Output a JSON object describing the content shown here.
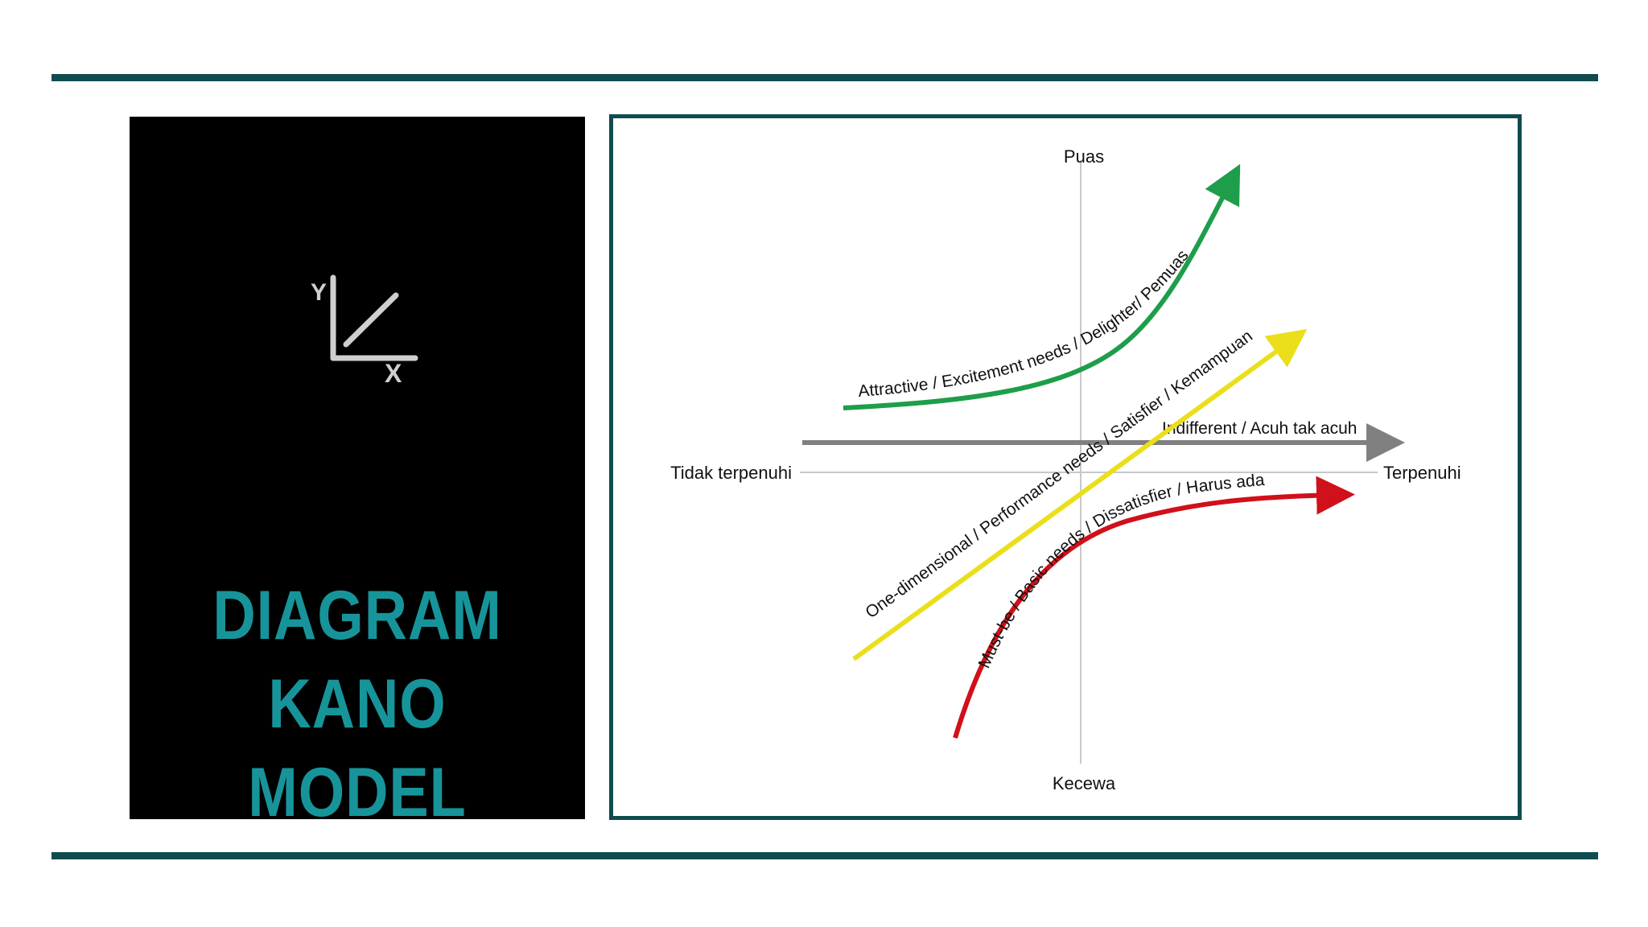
{
  "slide": {
    "title_lines": [
      "DIAGRAM",
      "KANO",
      "MODEL"
    ],
    "icon": "graph-axes-icon",
    "icon_axis_labels": {
      "y": "Y",
      "x": "X"
    },
    "colors": {
      "accent_rule": "#0f4c4f",
      "title_text": "#17949a",
      "panel_bg": "#000000"
    }
  },
  "diagram": {
    "axes": {
      "top": "Puas",
      "bottom": "Kecewa",
      "left": "Tidak terpenuhi",
      "right": "Terpenuhi"
    },
    "curves": [
      {
        "key": "attractive",
        "label": "Attractive / Excitement needs / Delighter/ Pemuas",
        "color": "#1e9e4a",
        "shape": "exponential-up"
      },
      {
        "key": "one_dimensional",
        "label": "One-dimensional / Performance needs / Satisfier / Kemampuan",
        "color": "#eadf1a",
        "shape": "linear"
      },
      {
        "key": "indifferent",
        "label": "Indifferent / Acuh tak acuh",
        "color": "#808080",
        "shape": "flat"
      },
      {
        "key": "must_be",
        "label": "Must-be / Basic needs / Dissatisfier /  Harus ada",
        "color": "#d0101a",
        "shape": "saturating"
      }
    ]
  }
}
